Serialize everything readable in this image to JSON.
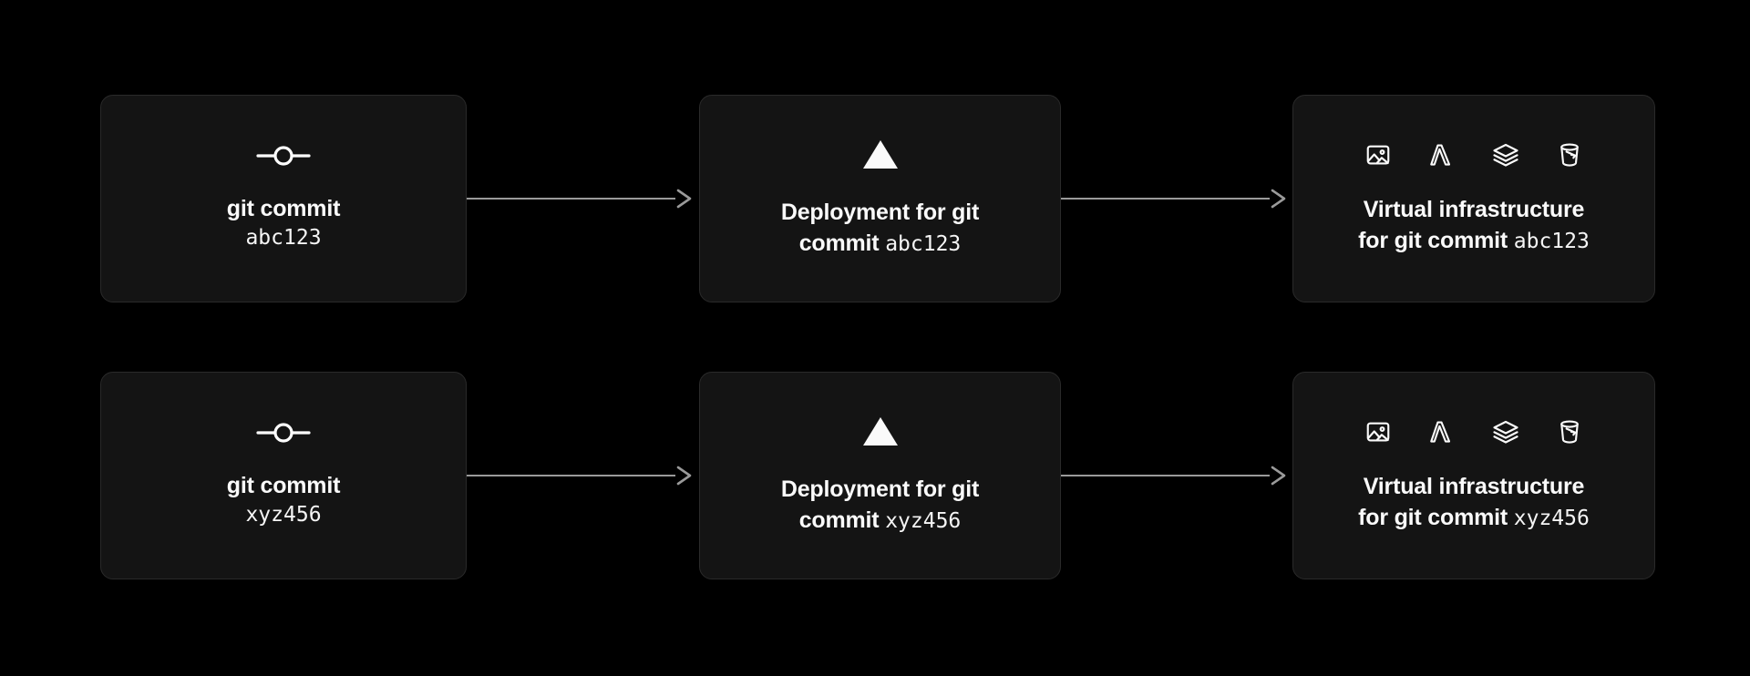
{
  "diagram": {
    "title": "git commit to deployment to virtual infrastructure pipeline",
    "background_color": "#000000",
    "card_background_color": "#141414",
    "card_border_color": "#2a2a2a",
    "text_color": "#fafafa",
    "arrow_color": "#9a9a9a"
  },
  "rows": [
    {
      "commit_hash": "abc123",
      "stages": [
        {
          "icon": "git-commit-icon",
          "label_bold": "git commit",
          "label_mono": "abc123",
          "layout": "two-line"
        },
        {
          "icon": "vercel-triangle-icon",
          "label_bold_line1": "Deployment for git",
          "label_bold_line2": "commit",
          "label_mono": "abc123",
          "layout": "wrapped"
        },
        {
          "icons": [
            "image-icon",
            "lambda-icon",
            "layers-icon",
            "bucket-icon"
          ],
          "label_bold_line1": "Virtual infrastructure",
          "label_bold_line2": "for git commit",
          "label_mono": "abc123",
          "layout": "wrapped"
        }
      ],
      "arrows": [
        "arrow-right",
        "arrow-right"
      ]
    },
    {
      "commit_hash": "xyz456",
      "stages": [
        {
          "icon": "git-commit-icon",
          "label_bold": "git commit",
          "label_mono": "xyz456",
          "layout": "two-line"
        },
        {
          "icon": "vercel-triangle-icon",
          "label_bold_line1": "Deployment for git",
          "label_bold_line2": "commit",
          "label_mono": "xyz456",
          "layout": "wrapped"
        },
        {
          "icons": [
            "image-icon",
            "lambda-icon",
            "layers-icon",
            "bucket-icon"
          ],
          "label_bold_line1": "Virtual infrastructure",
          "label_bold_line2": "for git commit",
          "label_mono": "xyz456",
          "layout": "wrapped"
        }
      ],
      "arrows": [
        "arrow-right",
        "arrow-right"
      ]
    }
  ]
}
